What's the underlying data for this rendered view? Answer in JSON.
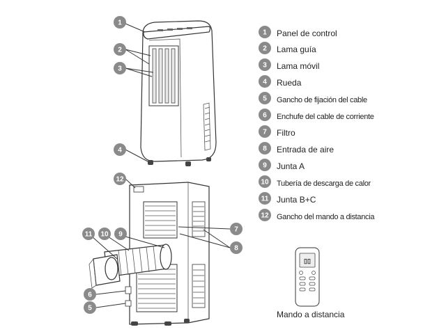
{
  "legend": [
    {
      "num": "1",
      "label": "Panel de control"
    },
    {
      "num": "2",
      "label": "Lama guía"
    },
    {
      "num": "3",
      "label": "Lama móvil"
    },
    {
      "num": "4",
      "label": "Rueda"
    },
    {
      "num": "5",
      "label": "Gancho de fijación del cable"
    },
    {
      "num": "6",
      "label": "Enchufe del cable de corriente"
    },
    {
      "num": "7",
      "label": "Filtro"
    },
    {
      "num": "8",
      "label": "Entrada de aire"
    },
    {
      "num": "9",
      "label": "Junta A"
    },
    {
      "num": "10",
      "label": "Tubería de descarga de calor"
    },
    {
      "num": "11",
      "label": "Junta B+C"
    },
    {
      "num": "12",
      "label": "Gancho del mando a distancia"
    }
  ],
  "front_callouts": [
    "1",
    "2",
    "3",
    "4"
  ],
  "rear_callouts": [
    "12",
    "11",
    "10",
    "9",
    "7",
    "8",
    "6",
    "5"
  ],
  "remote": {
    "caption": "Mando a distancia"
  }
}
